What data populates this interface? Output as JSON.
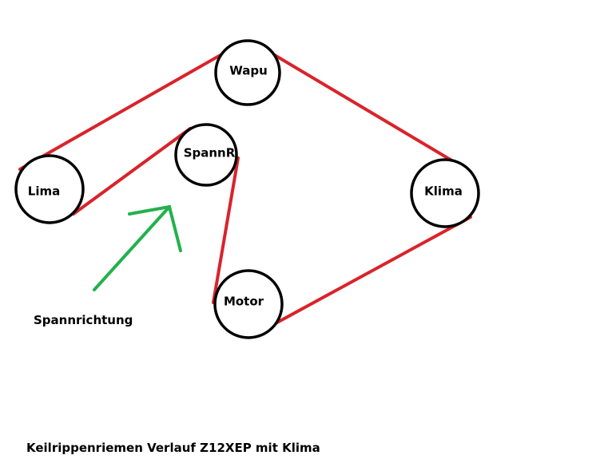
{
  "diagram": {
    "pulleys": {
      "wapu": "Wapu",
      "spannr": "SpannR",
      "lima": "Lima",
      "klima": "Klima",
      "motor": "Motor"
    },
    "tension_direction_label": "Spannrichtung",
    "caption": "Keilrippenriemen Verlauf Z12XEP mit Klima",
    "colors": {
      "belt": "#d9232b",
      "tension_arrow": "#22b14c",
      "pulley_outline": "#000000"
    }
  }
}
